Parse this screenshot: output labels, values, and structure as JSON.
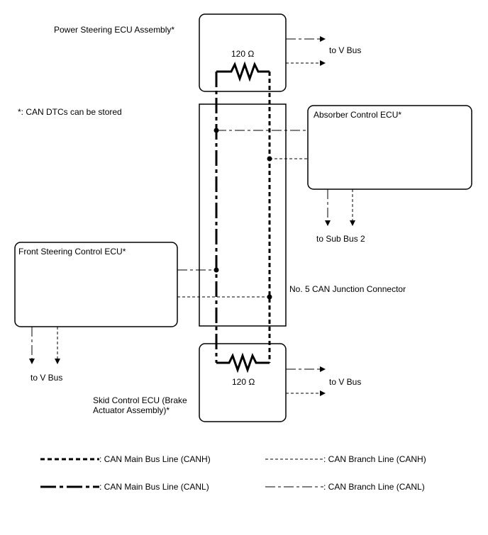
{
  "labels": {
    "power_steering": "Power Steering ECU Assembly*",
    "dtc_note": "*: CAN DTCs can be stored",
    "absorber": "Absorber Control ECU*",
    "front_steering": "Front Steering Control ECU*",
    "junction": "No. 5 CAN Junction Connector",
    "skid_control": "Skid Control ECU (Brake Actuator Assembly)*",
    "resistor_top": "120 Ω",
    "resistor_bottom": "120 Ω",
    "to_v_bus_top": "to V Bus",
    "to_sub_bus_2": "to Sub Bus 2",
    "to_v_bus_left": "to V Bus",
    "to_v_bus_bottom": "to V Bus"
  },
  "legend": {
    "main_canh": ": CAN Main Bus Line (CANH)",
    "main_canl": ": CAN Main Bus Line (CANL)",
    "branch_canh": ": CAN Branch Line (CANH)",
    "branch_canl": ": CAN Branch Line (CANL)"
  }
}
